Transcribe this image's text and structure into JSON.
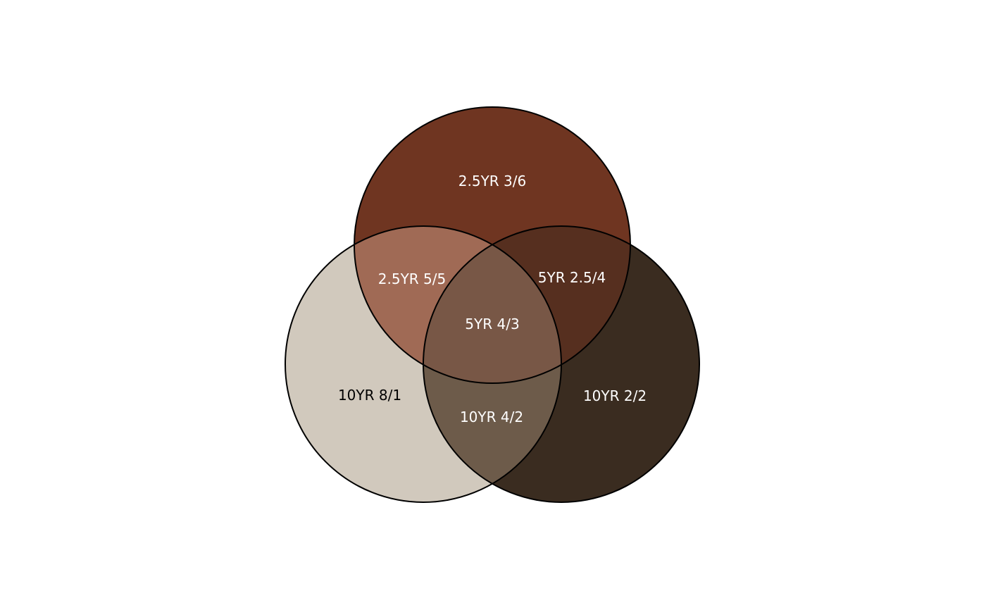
{
  "diagram": {
    "type": "venn-3",
    "regions": {
      "top_only": {
        "label": "2.5YR 3/6",
        "color": "#6F3521",
        "text_color": "#FFFFFF"
      },
      "left_only": {
        "label": "10YR 8/1",
        "color": "#D1C9BD",
        "text_color": "#000000"
      },
      "right_only": {
        "label": "10YR 2/2",
        "color": "#3A2C20",
        "text_color": "#FFFFFF"
      },
      "top_left": {
        "label": "2.5YR 5/5",
        "color": "#A06A55",
        "text_color": "#FFFFFF"
      },
      "top_right": {
        "label": "5YR 2.5/4",
        "color": "#562F1F",
        "text_color": "#FFFFFF"
      },
      "left_right": {
        "label": "10YR 4/2",
        "color": "#6D5B4A",
        "text_color": "#FFFFFF"
      },
      "center": {
        "label": "5YR 4/3",
        "color": "#785746",
        "text_color": "#FFFFFF"
      }
    }
  }
}
